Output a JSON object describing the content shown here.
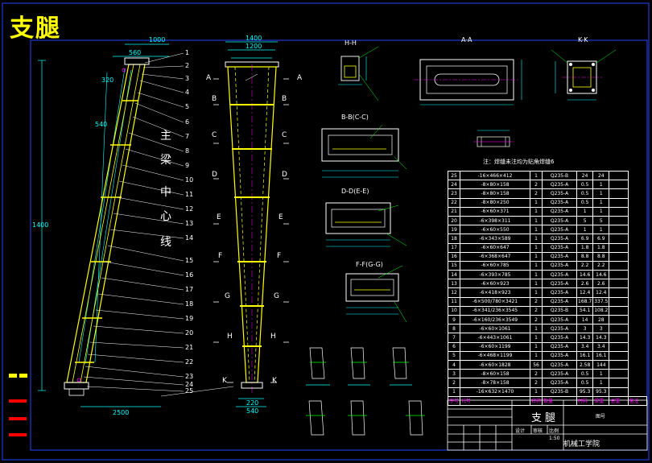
{
  "drawing": {
    "title": "支腿",
    "centerline_note": [
      "主",
      "梁",
      "中",
      "心",
      "线"
    ]
  },
  "left_view": {
    "part_numbers": [
      "1",
      "2",
      "3",
      "4",
      "5",
      "6",
      "7",
      "8",
      "9",
      "10",
      "11",
      "12",
      "13",
      "14",
      "15",
      "16",
      "17",
      "18",
      "19",
      "20",
      "21",
      "22",
      "23",
      "24",
      "25"
    ],
    "dims": [
      "560",
      "320",
      "540",
      "1400",
      "2500",
      "1000"
    ]
  },
  "front_view": {
    "section_marks_left": [
      "A",
      "B",
      "C",
      "D",
      "E",
      "F",
      "G",
      "H",
      "K"
    ],
    "section_marks_right": [
      "A",
      "B",
      "C",
      "D",
      "E",
      "F",
      "G",
      "H",
      "K"
    ],
    "dims": [
      "1400",
      "1200",
      "220",
      "540"
    ]
  },
  "sections": {
    "hh": "H-H",
    "aa": "A-A",
    "kk": "K-K",
    "bb": "B-B(C-C)",
    "dd": "D-D(E-E)",
    "ff": "F-F(G-G)"
  },
  "bom": {
    "title": "注：焊缝未注均为贴角焊缝6",
    "rows": [
      {
        "no": "25",
        "spec": "-16×466×412",
        "qty": "1",
        "mat": "Q235-B",
        "w": "24",
        "tw": "24"
      },
      {
        "no": "24",
        "spec": "-8×80×158",
        "qty": "2",
        "mat": "Q235-A",
        "w": "0.5",
        "tw": "1"
      },
      {
        "no": "23",
        "spec": "-8×80×158",
        "qty": "2",
        "mat": "Q235-A",
        "w": "0.5",
        "tw": "1"
      },
      {
        "no": "22",
        "spec": "-8×80×250",
        "qty": "1",
        "mat": "Q235-A",
        "w": "0.5",
        "tw": "1"
      },
      {
        "no": "21",
        "spec": "-6×60×371",
        "qty": "1",
        "mat": "Q235-A",
        "w": "1",
        "tw": "1"
      },
      {
        "no": "20",
        "spec": "-6×398×311",
        "qty": "1",
        "mat": "Q235-A",
        "w": "5",
        "tw": "5"
      },
      {
        "no": "19",
        "spec": "-6×60×550",
        "qty": "1",
        "mat": "Q235-A",
        "w": "1",
        "tw": "1"
      },
      {
        "no": "18",
        "spec": "-6×343×589",
        "qty": "1",
        "mat": "Q235-A",
        "w": "6.9",
        "tw": "6.9"
      },
      {
        "no": "17",
        "spec": "-6×60×647",
        "qty": "1",
        "mat": "Q235-A",
        "w": "1.8",
        "tw": "1.8"
      },
      {
        "no": "16",
        "spec": "-6×368×647",
        "qty": "1",
        "mat": "Q235-A",
        "w": "8.8",
        "tw": "8.8"
      },
      {
        "no": "15",
        "spec": "-6×60×785",
        "qty": "1",
        "mat": "Q235-A",
        "w": "2.2",
        "tw": "2.2"
      },
      {
        "no": "14",
        "spec": "-6×393×785",
        "qty": "1",
        "mat": "Q235-A",
        "w": "14.6",
        "tw": "14.6"
      },
      {
        "no": "13",
        "spec": "-6×60×923",
        "qty": "1",
        "mat": "Q235-A",
        "w": "2.6",
        "tw": "2.6"
      },
      {
        "no": "12",
        "spec": "-6×418×923",
        "qty": "1",
        "mat": "Q235-A",
        "w": "12.4",
        "tw": "12.4"
      },
      {
        "no": "11",
        "spec": "-6×500/780×3421",
        "qty": "2",
        "mat": "Q235-A",
        "w": "168.7",
        "tw": "337.5"
      },
      {
        "no": "10",
        "spec": "-6×341/236×3545",
        "qty": "2",
        "mat": "Q235-B",
        "w": "54.1",
        "tw": "108.2"
      },
      {
        "no": "9",
        "spec": "-6×160/236×3549",
        "qty": "2",
        "mat": "Q235-A",
        "w": "14",
        "tw": "28"
      },
      {
        "no": "8",
        "spec": "-6×60×1061",
        "qty": "1",
        "mat": "Q235-A",
        "w": "3",
        "tw": "3"
      },
      {
        "no": "7",
        "spec": "-6×443×1061",
        "qty": "1",
        "mat": "Q235-A",
        "w": "14.3",
        "tw": "14.3"
      },
      {
        "no": "6",
        "spec": "-6×60×1199",
        "qty": "1",
        "mat": "Q235-A",
        "w": "3.4",
        "tw": "3.4"
      },
      {
        "no": "5",
        "spec": "-6×468×1199",
        "qty": "1",
        "mat": "Q235-A",
        "w": "16.1",
        "tw": "16.1"
      },
      {
        "no": "4",
        "spec": "-6×60×1828",
        "qty": "56",
        "mat": "Q235-A",
        "w": "2.58",
        "tw": "144"
      },
      {
        "no": "3",
        "spec": "-8×60×158",
        "qty": "2",
        "mat": "Q235-A",
        "w": "0.5",
        "tw": "1"
      },
      {
        "no": "2",
        "spec": "-8×78×158",
        "qty": "2",
        "mat": "Q235-A",
        "w": "0.5",
        "tw": "1"
      },
      {
        "no": "1",
        "spec": "-16×632×1470",
        "qty": "1",
        "mat": "Q235-B",
        "w": "95.3",
        "tw": "95.3"
      }
    ],
    "header": [
      "序号",
      "代号",
      "名称",
      "数量",
      "材料",
      "单重",
      "总重",
      "备注"
    ]
  },
  "title_block": {
    "name": "支腿",
    "school": "机械工学院",
    "small": [
      "设计",
      "审核",
      "比例",
      "1:50",
      "图号"
    ]
  },
  "colors": {
    "background": "#000000",
    "frame": "#0000ff",
    "lines": "#ffffff",
    "structure": "#ffff00",
    "dimensions": "#00ffff",
    "leaders": "#00ff00",
    "accent": "#ff00ff",
    "title": "#ffff00"
  }
}
